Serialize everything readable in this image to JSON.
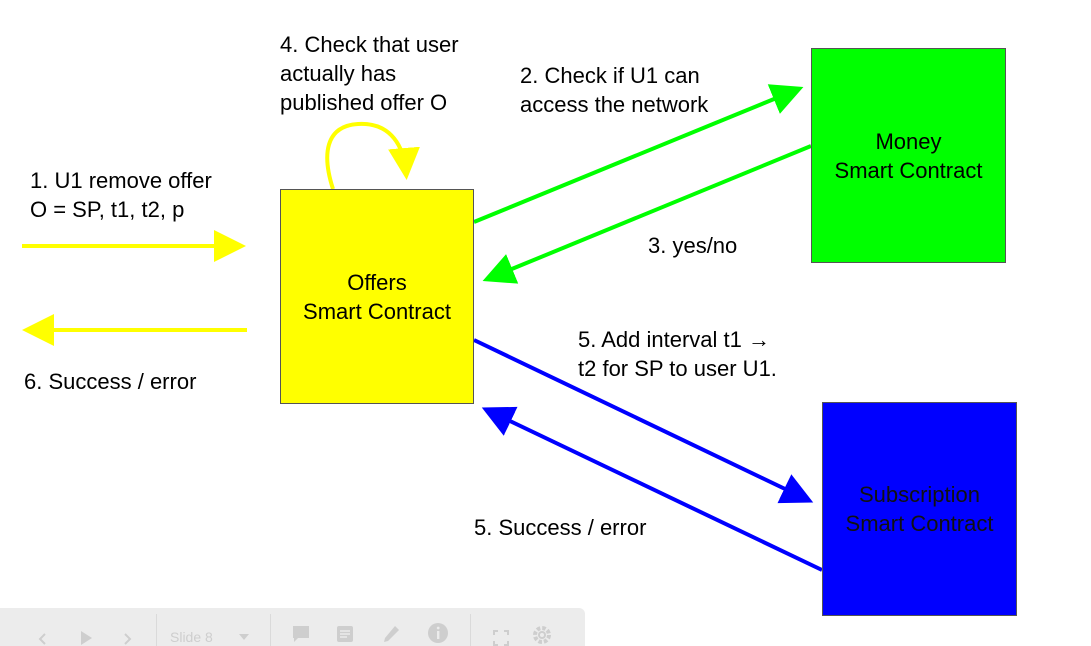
{
  "boxes": {
    "offers": {
      "line1": "Offers",
      "line2": "Smart Contract",
      "color": "#ffff00"
    },
    "money": {
      "line1": "Money",
      "line2": "Smart Contract",
      "color": "#00ff00"
    },
    "subscription": {
      "line1": "Subscription",
      "line2": "Smart Contract",
      "color": "#0000ff"
    }
  },
  "labels": {
    "step1": {
      "line1": "1. U1 remove offer",
      "line2": "O = SP, t1, t2, p"
    },
    "step2": {
      "line1": "2. Check if U1 can",
      "line2": "access the network"
    },
    "step3": "3. yes/no",
    "step4": {
      "line1": "4. Check that user",
      "line2": "actually has",
      "line3": "published offer O"
    },
    "step5_add": {
      "line1": "5.  Add interval t1 →",
      "line2": "t2 for SP to user U1."
    },
    "step5_result": "5. Success / error",
    "step6": "6. Success / error"
  },
  "arrow_colors": {
    "yellow": "#ffff00",
    "green": "#00ff00",
    "blue": "#0000ff"
  },
  "toolbar": {
    "slide_label": "Slide 8",
    "icons": [
      "prev-icon",
      "play-icon",
      "next-icon",
      "dropdown-icon",
      "comment-icon",
      "notes-icon",
      "pen-icon",
      "info-icon",
      "fullscreen-icon",
      "settings-icon"
    ]
  }
}
